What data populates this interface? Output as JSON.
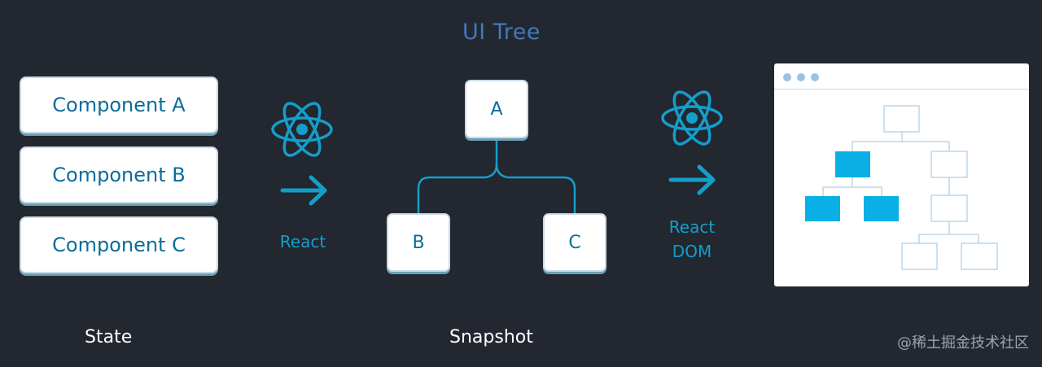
{
  "diagram": {
    "title": "UI Tree",
    "components": [
      {
        "label": "Component A"
      },
      {
        "label": "Component B"
      },
      {
        "label": "Component C"
      }
    ],
    "state_label": "State",
    "react_label": "React",
    "react_dom_label": [
      "React",
      "DOM"
    ],
    "tree_nodes": [
      "A",
      "B",
      "C"
    ],
    "snapshot_label": "Snapshot",
    "watermark": "@稀土掘金技术社区"
  },
  "colors": {
    "background": "#23272f",
    "title": "#3f79c0",
    "accent": "#149eca",
    "node_text": "#0b6c9a",
    "dom_highlight": "#0aafe6",
    "dom_outline": "#bcd6ea"
  },
  "icons": [
    "react-logo-icon",
    "arrow-right-icon"
  ]
}
